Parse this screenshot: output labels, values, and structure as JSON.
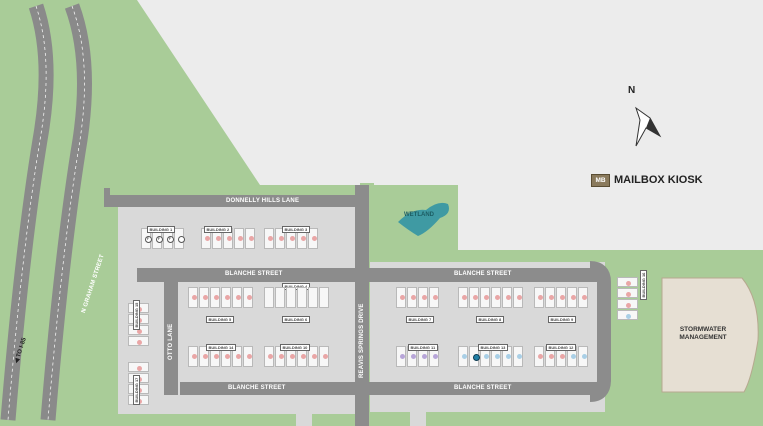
{
  "streets": {
    "n_graham": "N GRAHAM STREET",
    "donnelly_hills": "DONNELLY HILLS LANE",
    "blanche_north_west": "BLANCHE STREET",
    "blanche_north_east": "BLANCHE STREET",
    "blanche_south_west": "BLANCHE STREET",
    "blanche_south_east": "BLANCHE STREET",
    "otto": "OTTO LANE",
    "reavis_springs": "REAVIS SPRINGS DRIVE"
  },
  "direction": {
    "to_i85": "TO I-85",
    "north": "N"
  },
  "features": {
    "wetland": "WETLAND",
    "stormwater": "STORMWATER MANAGEMENT"
  },
  "legend": {
    "badge": "MB",
    "label": "MAILBOX KIOSK"
  },
  "buildings": [
    {
      "id": "b1",
      "label": "BUILDING 1"
    },
    {
      "id": "b2",
      "label": "BUILDING 2"
    },
    {
      "id": "b3",
      "label": "BUILDING 3"
    },
    {
      "id": "b4",
      "label": "BUILDING 4"
    },
    {
      "id": "b5",
      "label": "BUILDING 5"
    },
    {
      "id": "b6",
      "label": "BUILDING 6"
    },
    {
      "id": "b7",
      "label": "BUILDING 7"
    },
    {
      "id": "b8",
      "label": "BUILDING 8"
    },
    {
      "id": "b9",
      "label": "BUILDING 9"
    },
    {
      "id": "b10",
      "label": "BUILDING 10"
    },
    {
      "id": "b11",
      "label": "BUILDING 11"
    },
    {
      "id": "b12",
      "label": "BUILDING 12"
    },
    {
      "id": "b13",
      "label": "BUILDING 13"
    },
    {
      "id": "b14",
      "label": "BUILDING 14"
    },
    {
      "id": "b15",
      "label": "BUILDING 15"
    },
    {
      "id": "b16",
      "label": "BUILDING 16"
    },
    {
      "id": "b17",
      "label": "BUILDING 17"
    }
  ],
  "colors": {
    "grass": "#a9cc98",
    "road": "#8c8c8c",
    "pavement": "#ececec",
    "water": "#3f9aa3",
    "dot_sold": "#e9a6a6",
    "dot_lilac": "#b7a5d8",
    "dot_blue": "#a9cfe6",
    "dot_selected": "#1f7fa6"
  },
  "sold_marker": "F"
}
